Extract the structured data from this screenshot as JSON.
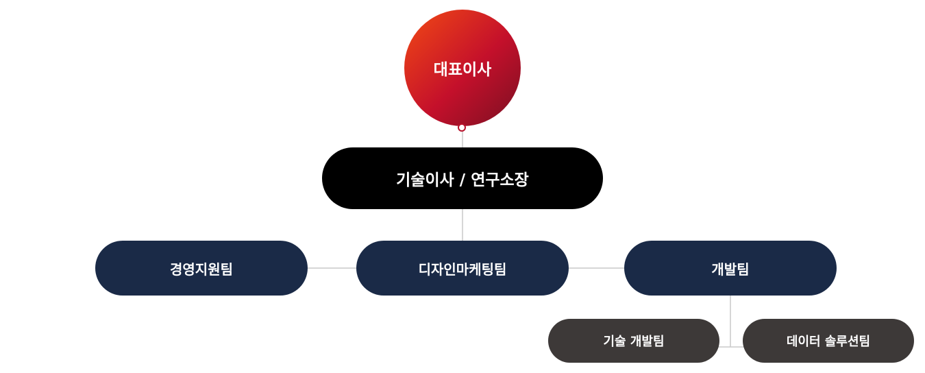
{
  "org": {
    "ceo": {
      "label": "대표이사"
    },
    "cto": {
      "label": "기술이사 / 연구소장"
    },
    "teams": [
      {
        "label": "경영지원팀"
      },
      {
        "label": "디자인마케팅팀"
      },
      {
        "label": "개발팀"
      }
    ],
    "dev_subteams": [
      {
        "label": "기술 개발팀"
      },
      {
        "label": "데이터 솔루션팀"
      }
    ]
  },
  "colors": {
    "ceo_gradient_start": "#f24a14",
    "ceo_gradient_mid": "#c4102b",
    "ceo_gradient_end": "#7a0f22",
    "cto_fill": "#000000",
    "team_fill": "#1a2a47",
    "subteam_fill": "#3d3938",
    "connector": "#c8c8c8"
  }
}
